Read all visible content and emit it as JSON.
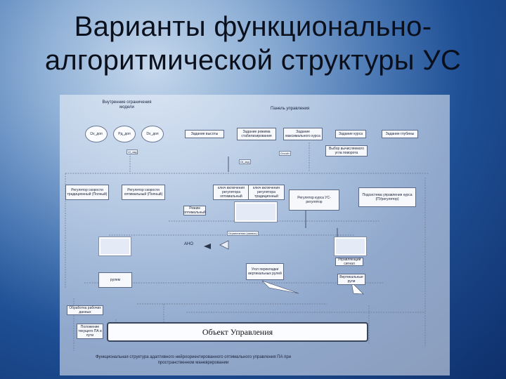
{
  "slide": {
    "title_line1": "Варианты функционально-",
    "title_line2": "алгоритмической структуры УС"
  },
  "diagram": {
    "header_left": "Внутренние ограничения\nмодели",
    "header_right": "Панель управления",
    "ovals": [
      "Ωx_доп",
      "Pд_доп",
      "Dx_доп"
    ],
    "top_boxes": [
      "Задание высоты",
      "Задание режима стабилизирования",
      "Задание максимального курса",
      "Задание курса",
      "Задание глубины"
    ],
    "select_box": "Выбор вычисляемого угла поворота",
    "regulators": [
      "Регулятор скорости традиционный (Полный)",
      "Регулятор скорости оптимальный (Полный)"
    ],
    "switch_boxes": [
      "ключ включения регулятора оптимальный",
      "ключ включения регулятора традиционный"
    ],
    "autopilot_box": "Регулятор курса УС-регулятор",
    "course_box": "Подсистема управления курса (ПУрегулятор)",
    "mode_box": "Режим оптимальный",
    "control_signal": "Управляющий сигнал",
    "vertical_box": "Вертикальные рули",
    "horizontal_box": "Угол перекладки вертикальных рулей",
    "ano_label": "АНО",
    "depth_label": "рулем",
    "side_boxes": [
      "Обработка рабочих данных",
      "Положение текущего ПА в пути"
    ],
    "tags": [
      "Vt_зад",
      "Ωt_зад",
      "Отсчёт",
      "Ограничения (запись)"
    ],
    "object_label": "Объект Управления",
    "caption": "Функциональная структура адаптивного нейроориентированного оптимального управления ПА при пространственном маневрировании"
  }
}
